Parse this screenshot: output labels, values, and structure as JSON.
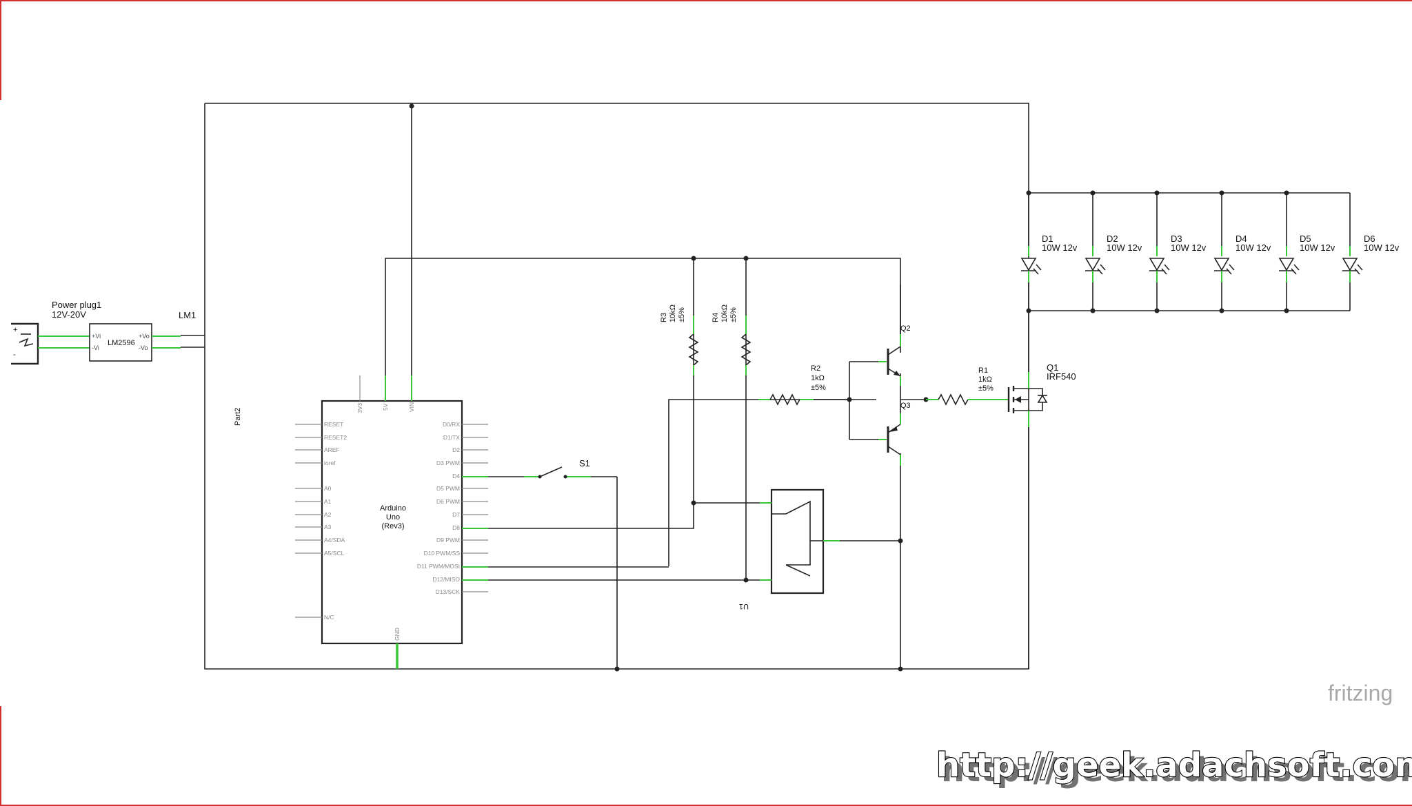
{
  "watermark": "http://geek.adachsoft.com",
  "brand": "fritzing",
  "power": {
    "name": "Power plug1",
    "rating": "12V-20V",
    "plus": "+",
    "minus": "-"
  },
  "regulator": {
    "name": "LM1",
    "model": "LM2596",
    "pins": {
      "vi_plus": "+Vi",
      "vi_minus": "-Vi",
      "vo_plus": "+Vo",
      "vo_minus": "-Vo"
    }
  },
  "arduino": {
    "part": "Part2",
    "title_1": "Arduino",
    "title_2": "Uno",
    "title_3": "(Rev3)",
    "top_pins": [
      "3V3",
      "5V",
      "VIN"
    ],
    "bottom_pin": "GND",
    "left_pins": [
      "RESET",
      "RESET2",
      "AREF",
      "ioref",
      "A0",
      "A1",
      "A2",
      "A3",
      "A4/SDA",
      "A5/SCL",
      "N/C"
    ],
    "right_pins": [
      "D0/RX",
      "D1/TX",
      "D2",
      "D3 PWM",
      "D4",
      "D5 PWM",
      "D6 PWM",
      "D7",
      "D8",
      "D9 PWM",
      "D10 PWM/SS",
      "D11 PWM/MOSI",
      "D12/MISO",
      "D13/SCK"
    ]
  },
  "switch": {
    "name": "S1"
  },
  "relay": {
    "name": "U1"
  },
  "resistors": [
    {
      "name": "R3",
      "value": "10kΩ",
      "tol": "±5%"
    },
    {
      "name": "R4",
      "value": "10kΩ",
      "tol": "±5%"
    },
    {
      "name": "R2",
      "value": "1kΩ",
      "tol": "±5%"
    },
    {
      "name": "R1",
      "value": "1kΩ",
      "tol": "±5%"
    }
  ],
  "transistors": [
    {
      "name": "Q2"
    },
    {
      "name": "Q3"
    },
    {
      "name": "Q1",
      "model": "IRF540"
    }
  ],
  "leds": [
    {
      "name": "D1",
      "rating": "10W 12v"
    },
    {
      "name": "D2",
      "rating": "10W 12v"
    },
    {
      "name": "D3",
      "rating": "10W 12v"
    },
    {
      "name": "D4",
      "rating": "10W 12v"
    },
    {
      "name": "D5",
      "rating": "10W 12v"
    },
    {
      "name": "D6",
      "rating": "10W 12v"
    }
  ]
}
